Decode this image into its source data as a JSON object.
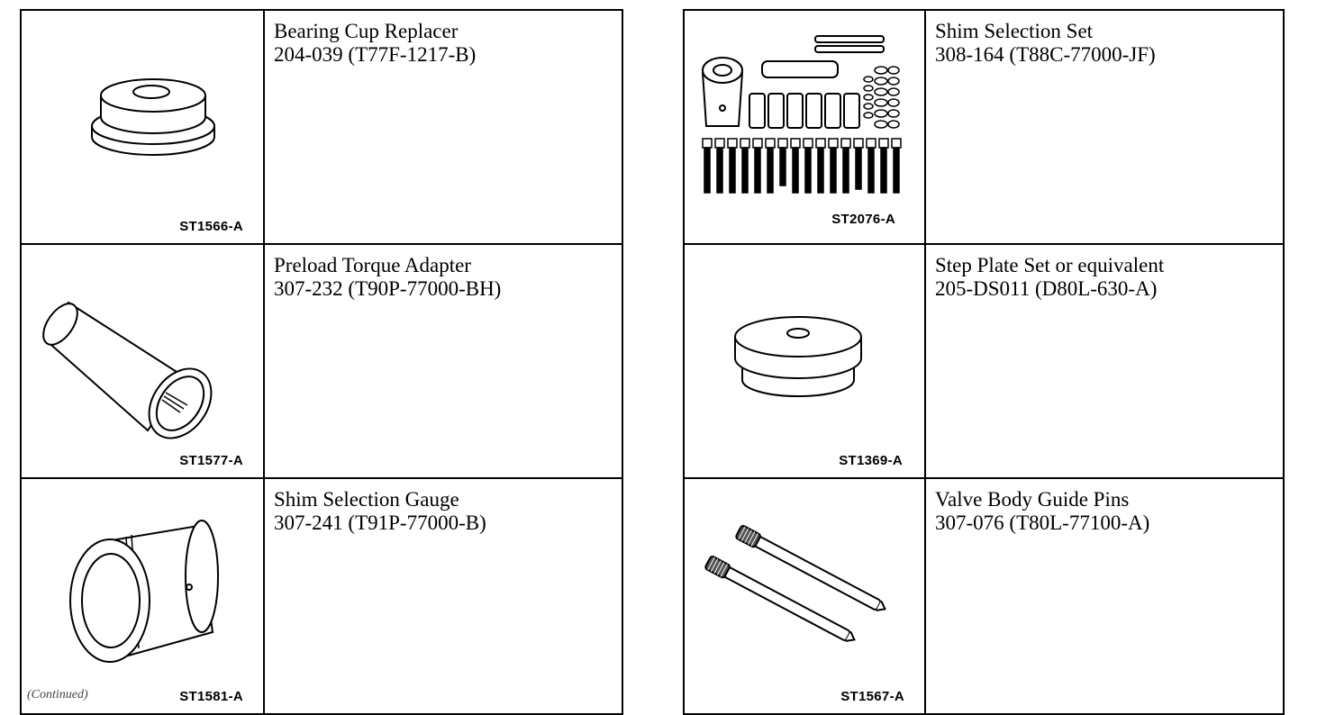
{
  "tools": [
    {
      "name": "Bearing Cup Replacer",
      "number": "204-039 (T77F-1217-B)",
      "figure": "ST1566-A"
    },
    {
      "name": "Preload Torque Adapter",
      "number": "307-232 (T90P-77000-BH)",
      "figure": "ST1577-A"
    },
    {
      "name": "Shim Selection Gauge",
      "number": "307-241 (T91P-77000-B)",
      "figure": "ST1581-A"
    },
    {
      "name": "Shim Selection Set",
      "number": "308-164 (T88C-77000-JF)",
      "figure": "ST2076-A"
    },
    {
      "name": "Step Plate Set or equivalent",
      "number": "205-DS011 (D80L-630-A)",
      "figure": "ST1369-A"
    },
    {
      "name": "Valve Body Guide Pins",
      "number": "307-076 (T80L-77100-A)",
      "figure": "ST1567-A"
    }
  ],
  "footnote": "(Continued)"
}
